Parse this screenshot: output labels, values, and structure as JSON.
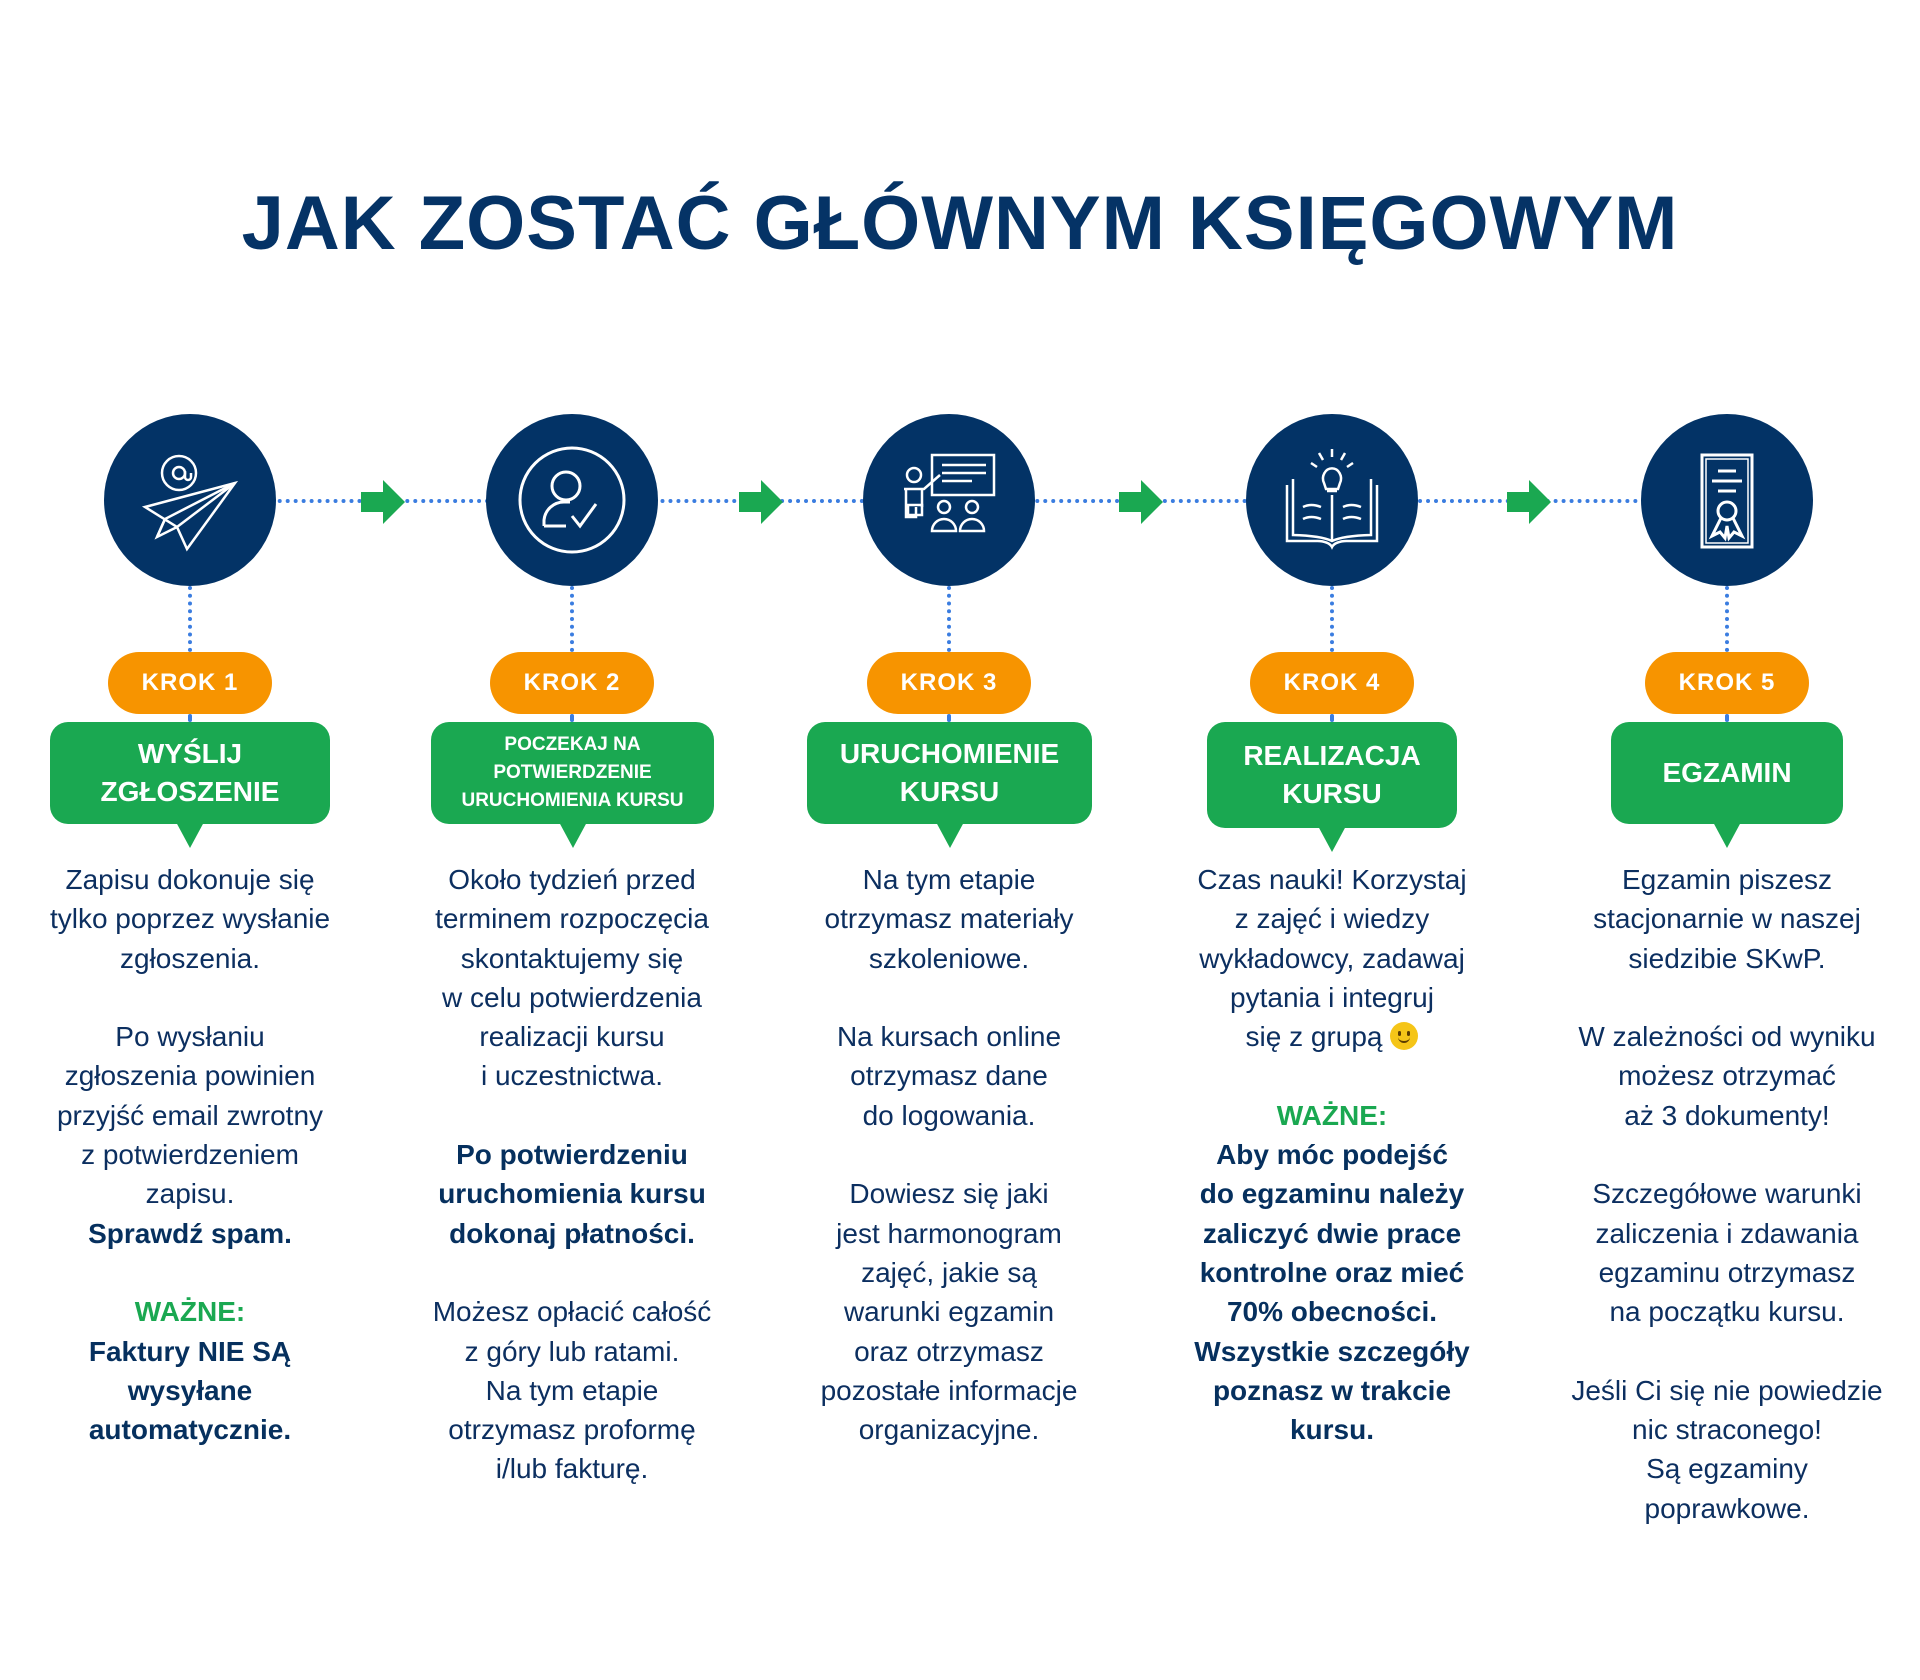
{
  "title": "JAK ZOSTAĆ GŁÓWNYM KSIĘGOWYM",
  "colors": {
    "navy": "#033366",
    "green": "#1aa851",
    "orange": "#f79400",
    "dots": "#3b7de0"
  },
  "steps": [
    {
      "icon": "paper-plane-email-icon",
      "krok": "KROK 1",
      "heading": "WYŚLIJ\nZGŁOSZENIE",
      "blocks": [
        [
          {
            "kind": "normal",
            "text": "Zapisu dokonuje się\ntylko poprzez wysłanie\nzgłoszenia."
          }
        ],
        [
          {
            "kind": "normal",
            "text": "Po wysłaniu\nzgłoszenia powinien\nprzyjść email zwrotny\nz potwierdzeniem\nzapisu."
          },
          {
            "kind": "bold",
            "text": "Sprawdź spam."
          }
        ],
        [
          {
            "kind": "accent",
            "text": "WAŻNE:"
          },
          {
            "kind": "bold",
            "text": "Faktury NIE SĄ\nwysyłane\nautomatycznie."
          }
        ]
      ]
    },
    {
      "icon": "user-check-icon",
      "krok": "KROK 2",
      "heading": "POCZEKAJ NA\nPOTWIERDZENIE\nURUCHOMIENIA KURSU",
      "blocks": [
        [
          {
            "kind": "normal",
            "text": "Około tydzień przed\nterminem rozpoczęcia\nskontaktujemy się\nw celu potwierdzenia\nrealizacji kursu\ni uczestnictwa."
          }
        ],
        [
          {
            "kind": "bold",
            "text": "Po potwierdzeniu\nuruchomienia kursu\ndokonaj płatności."
          }
        ],
        [
          {
            "kind": "normal",
            "text": "Możesz opłacić całość\nz góry lub ratami.\nNa tym etapie\notrzymasz proformę\ni/lub fakturę."
          }
        ]
      ]
    },
    {
      "icon": "teacher-presentation-icon",
      "krok": "KROK 3",
      "heading": "URUCHOMIENIE\nKURSU",
      "blocks": [
        [
          {
            "kind": "normal",
            "text": "Na tym etapie\notrzymasz materiały\nszkoleniowe."
          }
        ],
        [
          {
            "kind": "normal",
            "text": "Na kursach online\notrzymasz dane\ndo logowania."
          }
        ],
        [
          {
            "kind": "normal",
            "text": "Dowiesz się jaki\njest harmonogram\nzajęć, jakie są\nwarunki egzamin\noraz otrzymasz\npozostałe informacje\norganizacyjne."
          }
        ]
      ]
    },
    {
      "icon": "book-lightbulb-icon",
      "krok": "KROK 4",
      "heading": "REALIZACJA\nKURSU",
      "blocks": [
        [
          {
            "kind": "normal",
            "text": "Czas nauki! Korzystaj\nz zajęć i wiedzy\nwykładowcy, zadawaj\npytania i integruj\nsię z grupą",
            "smiley": true
          }
        ],
        [
          {
            "kind": "accent",
            "text": "WAŻNE:"
          },
          {
            "kind": "bold",
            "text": "Aby móc podejść\ndo egzaminu należy\nzaliczyć dwie prace\nkontrolne oraz mieć\n70% obecności.\nWszystkie szczegóły\npoznasz w trakcie\nkursu."
          }
        ]
      ]
    },
    {
      "icon": "certificate-icon",
      "krok": "KROK 5",
      "heading": "EGZAMIN",
      "blocks": [
        [
          {
            "kind": "normal",
            "text": "Egzamin piszesz\nstacjonarnie w naszej\nsiedzibie SKwP."
          }
        ],
        [
          {
            "kind": "normal",
            "text": "W zależności od wyniku\nmożesz otrzymać\naż 3 dokumenty!"
          }
        ],
        [
          {
            "kind": "normal",
            "text": "Szczegółowe warunki\nzaliczenia i zdawania\negzaminu otrzymasz\nna początku kursu."
          }
        ],
        [
          {
            "kind": "normal",
            "text": "Jeśli Ci się nie powiedzie\nnic straconego!\nSą egzaminy\npoprawkowe."
          }
        ]
      ]
    }
  ]
}
